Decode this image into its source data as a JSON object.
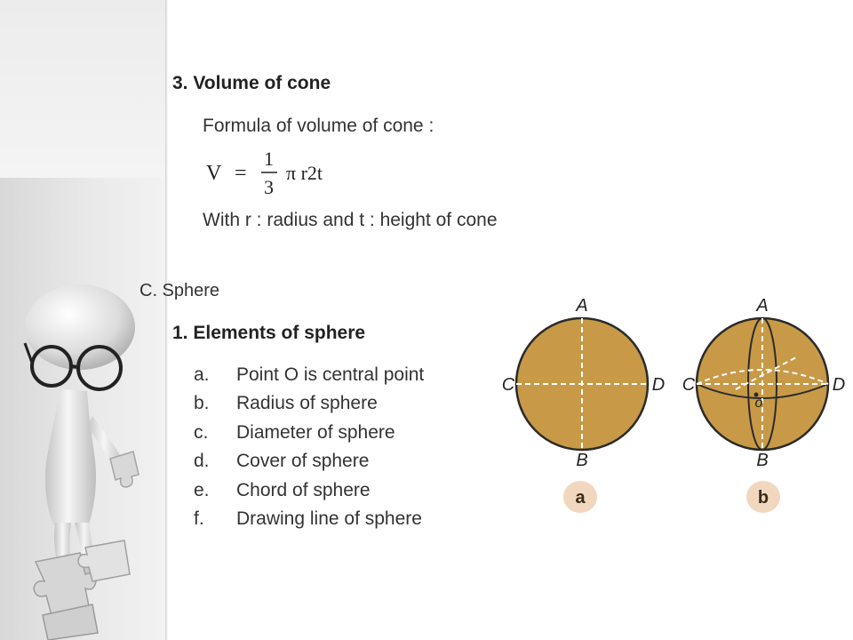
{
  "section_cone": {
    "heading": "3. Volume of cone",
    "formula_label": "Formula of volume of cone :",
    "formula": {
      "lhs": "V",
      "equals": "=",
      "numerator": "1",
      "denominator": "3",
      "rhs": "π r2t"
    },
    "note": "With r : radius and  t : height of cone"
  },
  "section_sphere": {
    "heading": "C. Sphere",
    "subheading": "1. Elements of sphere",
    "items": [
      {
        "marker": "a.",
        "text": "Point O is central point"
      },
      {
        "marker": "b.",
        "text": "Radius of sphere"
      },
      {
        "marker": "c.",
        "text": "Diameter of sphere"
      },
      {
        "marker": "d.",
        "text": "Cover of sphere"
      },
      {
        "marker": "e.",
        "text": "Chord of sphere"
      },
      {
        "marker": "f.",
        "text": "Drawing line of sphere"
      }
    ]
  },
  "diagram": {
    "sphere_color": "#c89a47",
    "sphere_a": {
      "top": "A",
      "left": "C",
      "right": "D",
      "bottom": "B",
      "badge": "a"
    },
    "sphere_b": {
      "top": "A",
      "left": "C",
      "right": "D",
      "bottom": "B",
      "center": "o",
      "badge": "b"
    }
  }
}
